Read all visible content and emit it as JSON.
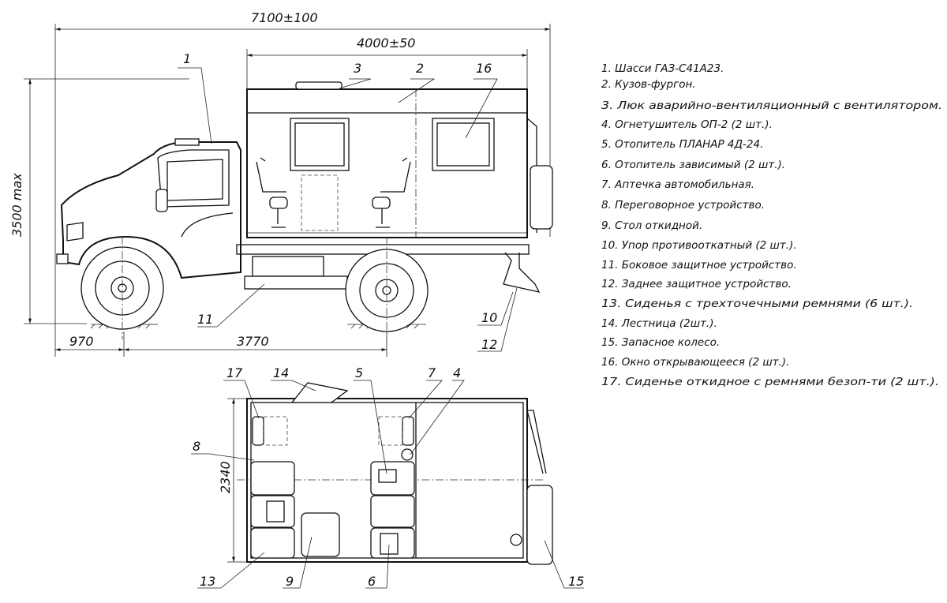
{
  "dimensions": {
    "overall_length": "7100±100",
    "body_length": "4000±50",
    "height": "3500 max",
    "front_overhang": "970",
    "wheelbase": "3770",
    "body_width": "2340"
  },
  "callouts": [
    "1",
    "2",
    "3",
    "4",
    "5",
    "6",
    "7",
    "8",
    "9",
    "10",
    "11",
    "12",
    "13",
    "14",
    "15",
    "16",
    "17"
  ],
  "legend": [
    "1. Шасси ГАЗ-С41А23.",
    "2. Кузов-фургон.",
    "3. Люк аварийно-вентиляционный с вентилятором.",
    "4. Огнетушитель ОП-2 (2 шт.).",
    "5. Отопитель ПЛАНАР 4Д-24.",
    "6. Отопитель зависимый (2 шт.).",
    "7. Аптечка автомобильная.",
    "8. Переговорное устройство.",
    "9. Стол откидной.",
    "10.  Упор противооткатный (2 шт.).",
    "11. Боковое защитное устройство.",
    "12.  Заднее защитное устройство.",
    "13.  Сиденья с трехточечными ремнями (6 шт.).",
    "14.  Лестница (2шт.).",
    "15.  Запасное колесо.",
    "16.  Окно открывающееся (2 шт.).",
    "17.  Сиденье откидное с ремнями безоп-ти (2 шт.)."
  ]
}
